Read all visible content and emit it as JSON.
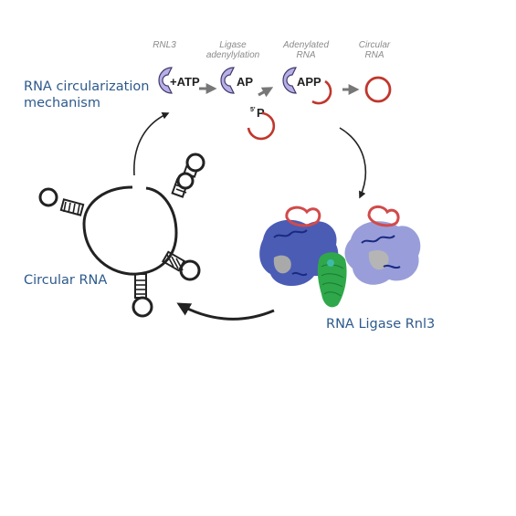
{
  "labels": {
    "mechanism_line1": "RNA circularization",
    "mechanism_line2": "mechanism",
    "circular_rna": "Circular RNA",
    "ligase": "RNA Ligase Rnl3"
  },
  "steps": {
    "rnl3": "RNL3",
    "ligase_line1": "Ligase",
    "ligase_line2": "adenylylation",
    "adenylated_line1": "Adenylated",
    "adenylated_line2": "RNA",
    "circular_line1": "Circular",
    "circular_line2": "RNA"
  },
  "molecules": {
    "plus_atp": "+ATP",
    "ap": "AP",
    "app": "APP",
    "phosphate_prefix": "5'",
    "phosphate": "P"
  },
  "colors": {
    "label_blue": "#2d5a8c",
    "enzyme": "#b9aee6",
    "rna_red": "#c0362c",
    "arrow_gray": "#777777",
    "protein_blue": "#2c3fa8",
    "protein_light": "#8e93d6",
    "protein_green": "#2ea84a",
    "protein_red": "#d24a4a"
  }
}
